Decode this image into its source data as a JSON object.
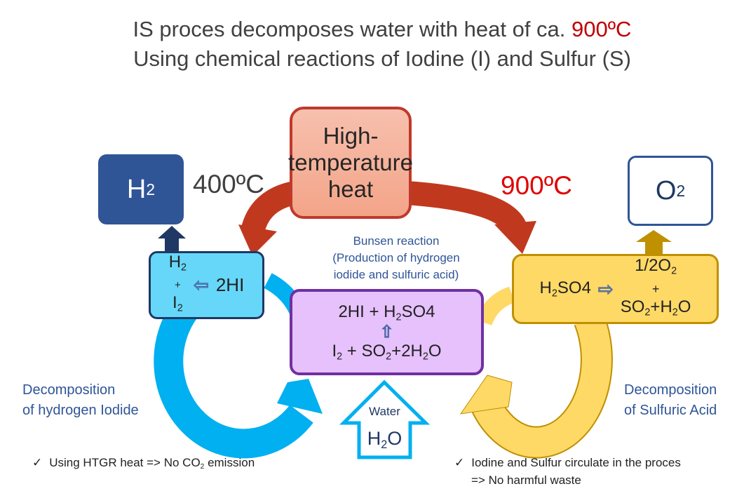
{
  "title": {
    "line1_prefix": "IS proces decomposes water with heat of ca. ",
    "line1_temp": "900ºC",
    "line2": "Using chemical reactions of Iodine (I) and Sulfur (S)"
  },
  "heat_box": {
    "label": "High-temperature heat"
  },
  "h2_box": {
    "symbol": "H",
    "sub": "2"
  },
  "o2_box": {
    "symbol": "O",
    "sub": "2"
  },
  "temp_left": "400ºC",
  "temp_right": "900ºC",
  "bunsen": {
    "line1": "Bunsen reaction",
    "line2": "(Production of hydrogen",
    "line3": "iodide and sulfuric acid)"
  },
  "hi_box": {
    "h": "H",
    "h_sub": "2",
    "plus": "+",
    "i": "I",
    "i_sub": "2",
    "reactant": "2HI"
  },
  "bunsen_box": {
    "top": "2HI + H",
    "top_sub": "2",
    "top_end": "SO4",
    "bottom_1": "I",
    "bottom_sub1": "2",
    "bottom_2": " + SO",
    "bottom_sub2": "2",
    "bottom_3": "+2H",
    "bottom_sub3": "2",
    "bottom_4": "O"
  },
  "so4_box": {
    "reactant": "H",
    "reactant_sub": "2",
    "reactant_end": "SO4",
    "p1": "1/2O",
    "p1_sub": "2",
    "plus": "+",
    "p2": "SO",
    "p2_sub": "2",
    "p3": "+H",
    "p3_sub": "2",
    "p4": "O"
  },
  "water": {
    "label": "Water",
    "formula": "H",
    "formula_sub": "2",
    "formula_end": "O"
  },
  "left_label": {
    "line1": "Decomposition",
    "line2": "of hydrogen Iodide"
  },
  "right_label": {
    "line1": "Decomposition",
    "line2": "of Sulfuric Acid"
  },
  "bullets": [
    {
      "check": "✓",
      "text": "Using HTGR heat => No CO",
      "sub": "2",
      "end": " emission"
    },
    {
      "check": "✓",
      "text": "Iodine and Sulfur circulate in the proces",
      "line2": "=> No harmful waste"
    }
  ],
  "colors": {
    "red": "#c00000",
    "navy": "#2f5597",
    "cyan": "#00b0f0",
    "yellow": "#ffd966",
    "purple": "#7030a0"
  }
}
